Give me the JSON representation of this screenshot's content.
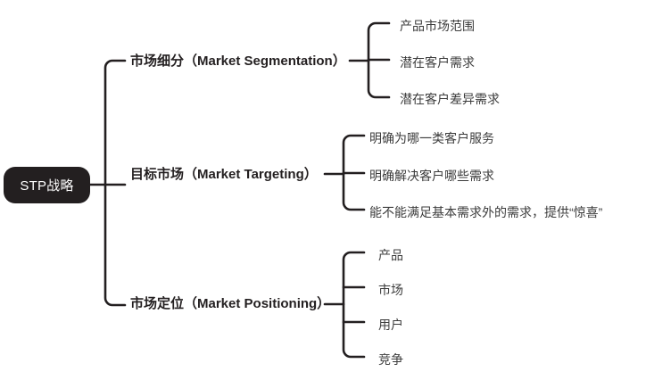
{
  "diagram": {
    "type": "mindmap",
    "background_color": "#ffffff",
    "root": {
      "label": "STP战略",
      "fill_color": "#231f20",
      "text_color": "#ffffff"
    },
    "connector_color": "#231f20",
    "branches": [
      {
        "label": "市场细分（Market Segmentation）",
        "children": [
          "产品市场范围",
          "潜在客户需求",
          "潜在客户差异需求"
        ]
      },
      {
        "label": "目标市场（Market Targeting）",
        "children": [
          "明确为哪一类客户服务",
          "明确解决客户哪些需求",
          "能不能满足基本需求外的需求，提供“惊喜”"
        ]
      },
      {
        "label": "市场定位（Market Positioning）",
        "children": [
          "产品",
          "市场",
          "用户",
          "竞争"
        ]
      }
    ]
  }
}
